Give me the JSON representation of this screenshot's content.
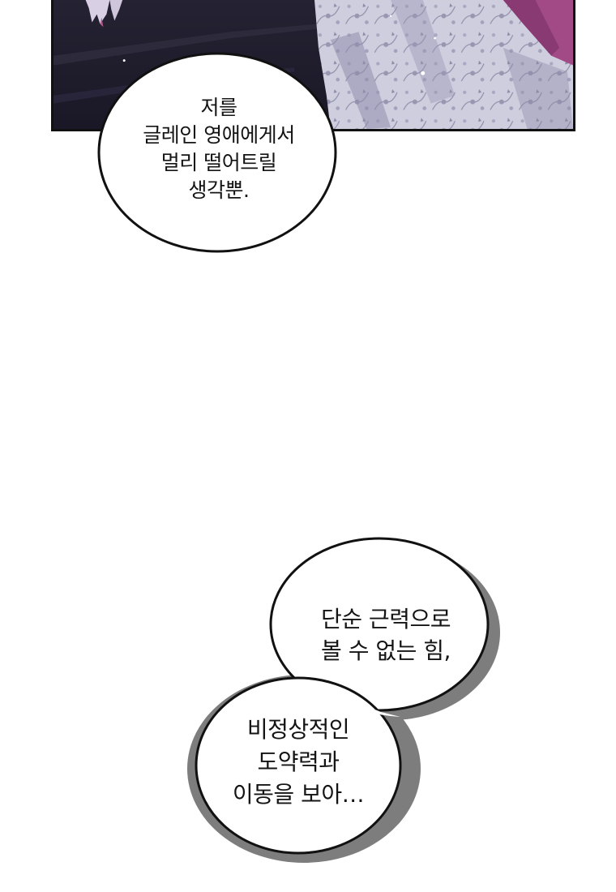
{
  "panel": {
    "scene": "dark-night-illustration"
  },
  "bubbles": [
    {
      "lines": [
        "저를",
        "글레인 영애에게서",
        "멀리 떨어트릴",
        "생각뿐."
      ]
    },
    {
      "lines": [
        "단순 근력으로",
        "볼 수 없는 힘,"
      ]
    },
    {
      "lines": [
        "비정상적인",
        "도약력과",
        "이동을 보아…"
      ]
    }
  ],
  "colors": {
    "panel_bg": "#1f1c2d",
    "dress_fabric": "#c9c8d9",
    "cape": "#a24a86",
    "bubble_fill": "#ffffff",
    "bubble_stroke": "#111111",
    "bubble_shadow": "#7d7d7d"
  }
}
